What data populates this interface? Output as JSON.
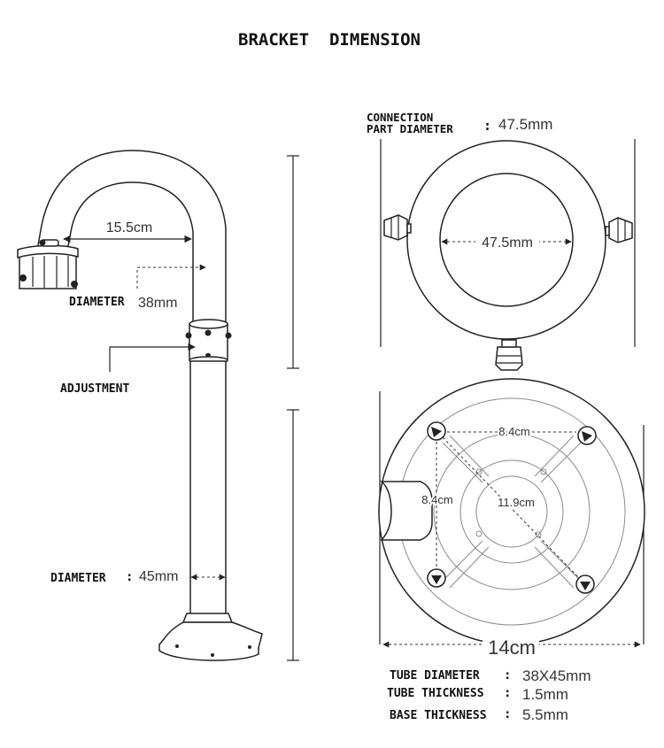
{
  "title": "BRACKET  DIMENSION",
  "side_view": {
    "arm_reach_value": "15.5cm",
    "arm_diameter_label": "DIAMETER",
    "arm_diameter_value": "38mm",
    "adjustment_label": "ADJUSTMENT",
    "tube_diameter_label": "DIAMETER",
    "tube_diameter_sep": ":",
    "tube_diameter_value": "45mm"
  },
  "top_view": {
    "connection_label_line1": "CONNECTION",
    "connection_label_line2": "PART DIAMETER",
    "connection_sep": ":",
    "connection_value": "47.5mm",
    "inner_value": "47.5mm"
  },
  "base_view": {
    "hole_spacing_horizontal": "8.4cm",
    "hole_spacing_vertical": "8.4cm",
    "hole_spacing_diagonal": "11.9cm",
    "base_width": "14cm"
  },
  "specs": [
    {
      "label": "TUBE DIAMETER",
      "sep": ":",
      "value": "38X45mm"
    },
    {
      "label": "TUBE THICKNESS",
      "sep": ":",
      "value": "1.5mm"
    },
    {
      "label": "BASE THICKNESS",
      "sep": ":",
      "value": "5.5mm"
    }
  ],
  "colors": {
    "line": "#222222",
    "text": "#111111",
    "dimension_text": "#333333"
  }
}
